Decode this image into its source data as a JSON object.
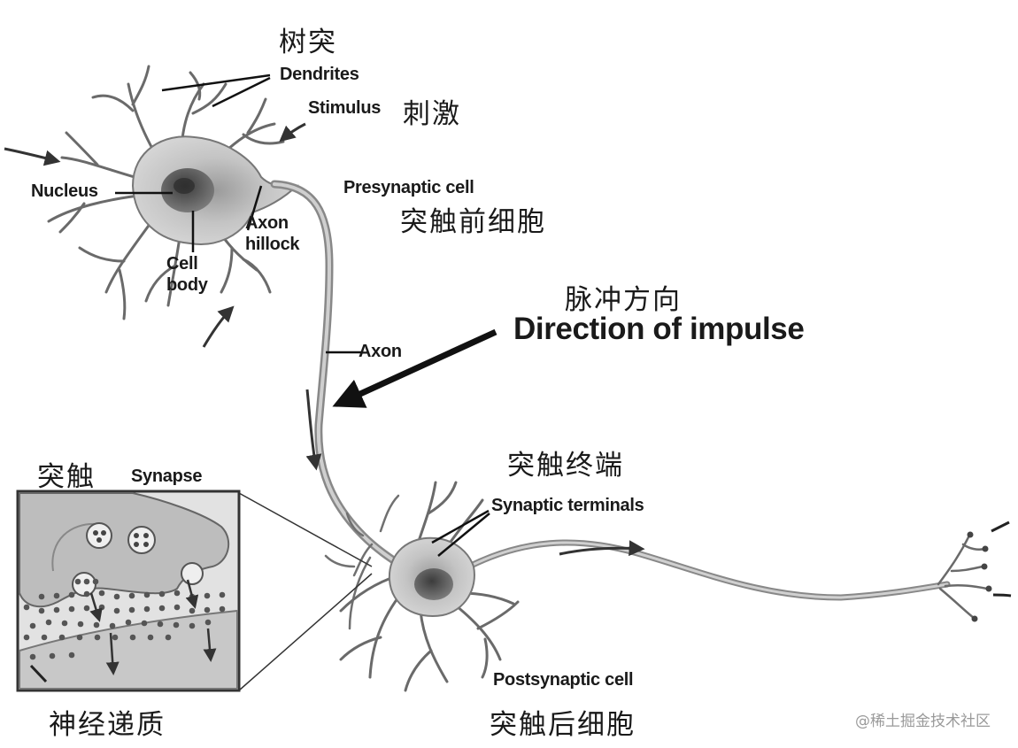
{
  "labels": {
    "dendrites_cn": "树突",
    "dendrites": "Dendrites",
    "stimulus": "Stimulus",
    "stimulus_cn": "刺激",
    "nucleus": "Nucleus",
    "axon_hillock": "Axon hillock",
    "cell_body": "Cell body",
    "presynaptic_cell": "Presynaptic cell",
    "presynaptic_cell_cn": "突触前细胞",
    "direction_cn": "脉冲方向",
    "direction": "Direction of impulse",
    "axon": "Axon",
    "synaptic_terminals_cn": "突触终端",
    "synaptic_terminals": "Synaptic terminals",
    "synapse_cn": "突触",
    "synapse": "Synapse",
    "postsynaptic_cell": "Postsynaptic cell",
    "postsynaptic_cell_cn": "突触后细胞",
    "neurotransmitter_cn": "神经递质"
  },
  "watermark": "@稀土掘金技术社区",
  "colors": {
    "cell_fill": "#c9c9c9",
    "cell_stroke": "#555555",
    "nucleus": "#6e6e6e",
    "line": "#222222",
    "inset_bg": "#d4d4d4"
  }
}
